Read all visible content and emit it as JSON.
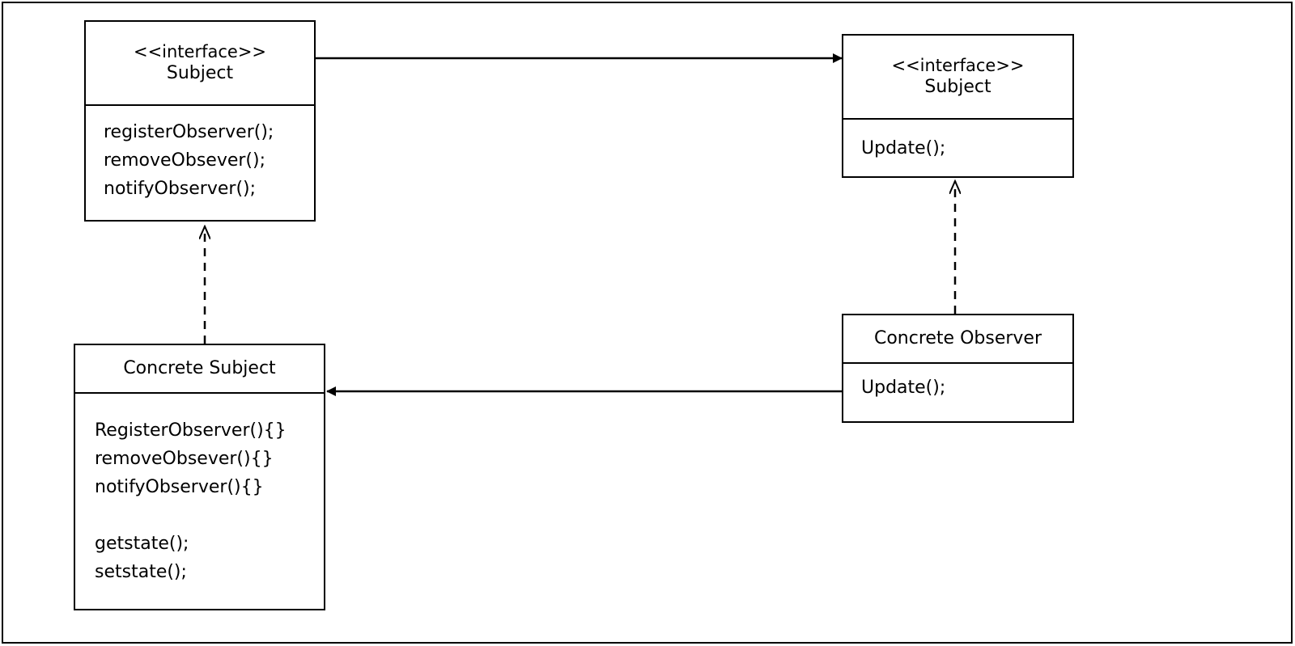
{
  "subject_interface": {
    "stereotype": "<<interface>>",
    "name": "Subject",
    "methods": [
      "registerObserver();",
      "removeObsever();",
      "notifyObserver();"
    ]
  },
  "observer_interface": {
    "stereotype": "<<interface>>",
    "name": "Subject",
    "methods": [
      "Update();"
    ]
  },
  "concrete_subject": {
    "name": "Concrete Subject",
    "methods": [
      "RegisterObserver(){}",
      "removeObsever(){}",
      "notifyObserver(){}"
    ],
    "state_methods": [
      "getstate();",
      "setstate();"
    ]
  },
  "concrete_observer": {
    "name": "Concrete Observer",
    "methods": [
      "Update();"
    ]
  },
  "colors": {
    "line": "#000000",
    "background": "#ffffff"
  }
}
